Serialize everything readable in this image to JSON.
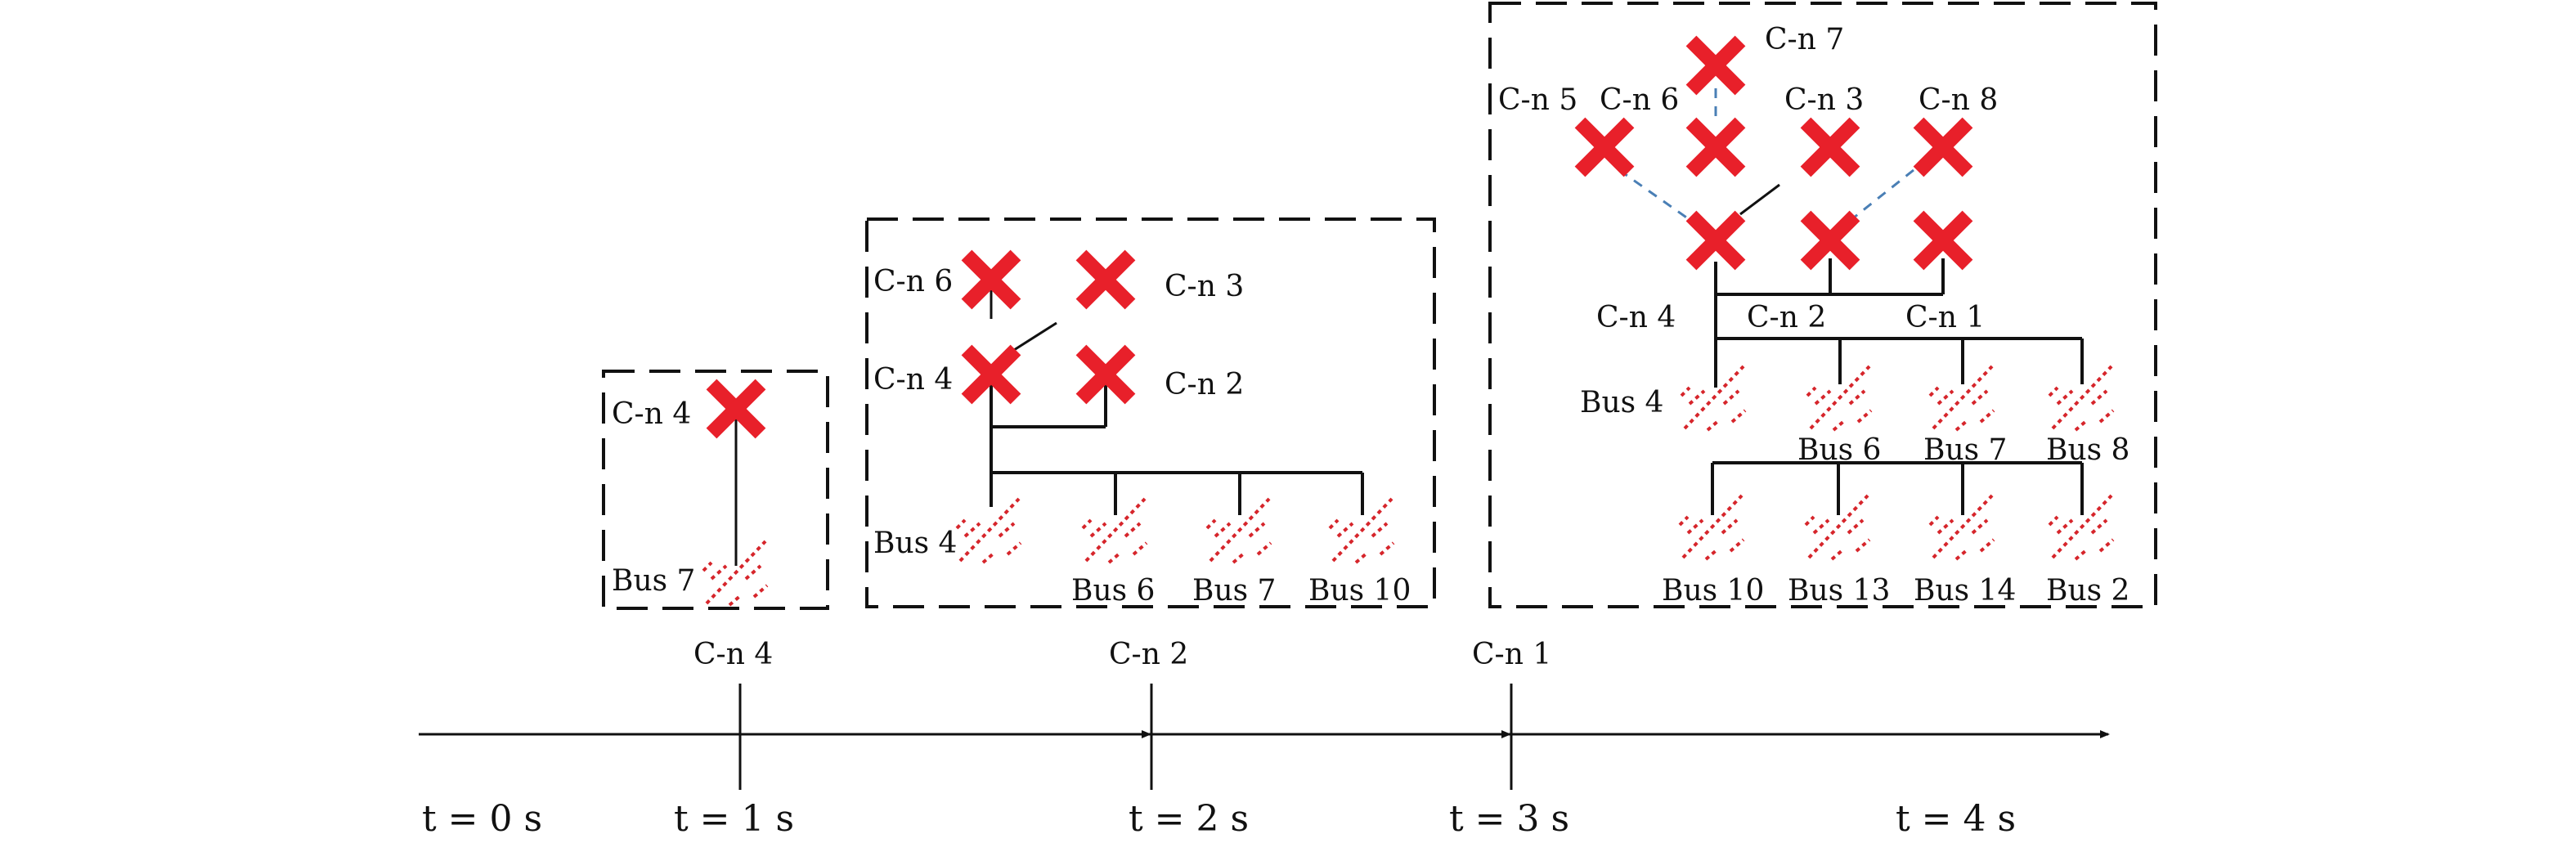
{
  "colors": {
    "breaker_x": "#e8202a",
    "bus_hatch": "#d6252b",
    "ties": "#111111",
    "dashed_link": "#4a7fb5"
  },
  "timeline": {
    "ticks": [
      {
        "event": "C-n 4"
      },
      {
        "event": "C-n 2"
      },
      {
        "event": "C-n 1"
      }
    ],
    "times": [
      "t = 0 s",
      "t = 1 s",
      "t = 2 s",
      "t = 3 s",
      "t = 4 s"
    ]
  },
  "panel1": {
    "cn4": "C-n 4",
    "bus7": "Bus 7"
  },
  "panel2": {
    "cn6": "C-n 6",
    "cn3": "C-n 3",
    "cn4": "C-n 4",
    "cn2": "C-n 2",
    "bus4": "Bus 4",
    "bus6": "Bus 6",
    "bus7": "Bus 7",
    "bus10": "Bus 10"
  },
  "panel3": {
    "cn7": "C-n 7",
    "cn5": "C-n 5",
    "cn6": "C-n 6",
    "cn3": "C-n 3",
    "cn8": "C-n 8",
    "cn4": "C-n 4",
    "cn2": "C-n 2",
    "cn1": "C-n 1",
    "bus4": "Bus 4",
    "bus6": "Bus 6",
    "bus7": "Bus 7",
    "bus8": "Bus 8",
    "bus10": "Bus 10",
    "bus13": "Bus 13",
    "bus14": "Bus 14",
    "bus2": "Bus 2"
  }
}
